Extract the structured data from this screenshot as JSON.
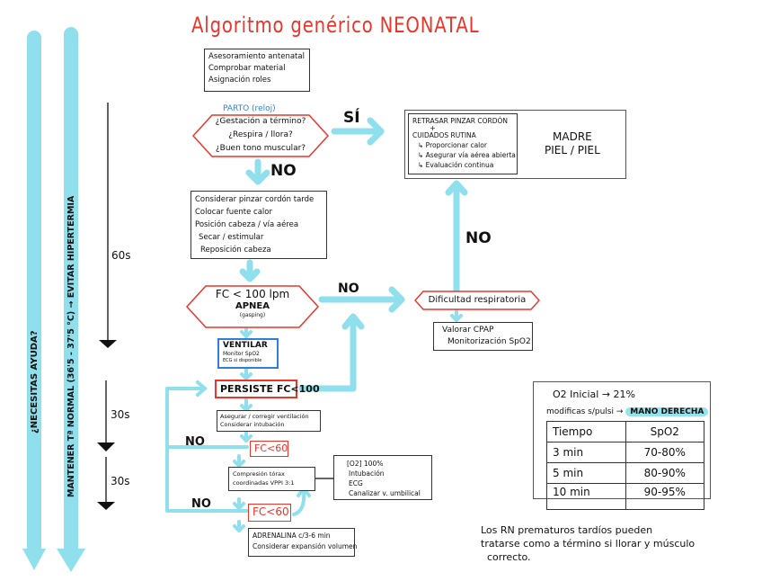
{
  "title": "Algoritmo genérico NEONATAL",
  "colors": {
    "accent_arrow": "#8fe0ec",
    "decision_border": "#e8362b",
    "title": "#e8362b",
    "ventilar_border": "#2f7fd9",
    "parto_label": "#2f7fd9"
  },
  "side_bars": {
    "left_bar_text": "¿NECESITAS AYUDA?",
    "right_bar_text": "MANTENER Tª NORMAL (36'5 - 37'5 °C) → EVITAR HIPERTERMIA"
  },
  "timers": [
    {
      "label": "60s"
    },
    {
      "label": "30s"
    },
    {
      "label": "30s"
    }
  ],
  "prep_box": {
    "lines": [
      "Asesoramiento antenatal",
      "Comprobar material",
      "Asignación roles"
    ]
  },
  "parto": {
    "label": "PARTO (reloj)",
    "questions": [
      "¿Gestación a término?",
      "¿Respira / llora?",
      "¿Buen tono muscular?"
    ]
  },
  "labels": {
    "si": "SÍ",
    "no_1": "NO",
    "no_2": "NO",
    "no_3": "NO",
    "no_4": "NO",
    "no_5": "NO"
  },
  "routine_box": {
    "lines": [
      "RETRASAR PINZAR CORDÓN",
      "+",
      "CUIDADOS RUTINA"
    ],
    "sub_items": [
      "Proporcionar calor",
      "Asegurar vía aérea abierta",
      "Evaluación continua"
    ],
    "side_text": [
      "MADRE",
      "PIEL / PIEL"
    ]
  },
  "initial_steps_box": {
    "lines": [
      "Considerar pinzar cordón tarde",
      "Colocar fuente calor",
      "Posición cabeza / vía aérea",
      "Secar / estimular",
      "Reposición cabeza"
    ]
  },
  "fc_apnea": {
    "line1": "FC < 100 lpm",
    "line2": "APNEA",
    "line3": "(gasping)"
  },
  "dificultad": {
    "label": "Dificultad respiratoria"
  },
  "cpap_box": {
    "lines": [
      "Valorar CPAP",
      "Monitorización SpO2"
    ]
  },
  "ventilar_box": {
    "title": "VENTILAR",
    "lines": [
      "Monitor SpO2",
      "ECG si disponible"
    ]
  },
  "persiste": {
    "label": "PERSISTE FC<100"
  },
  "asegurar_box": {
    "lines": [
      "Asegurar / corregir ventilación",
      "Considerar intubación"
    ]
  },
  "fc60_1": {
    "label": "FC<60"
  },
  "compresion_box": {
    "lines": [
      "Compresión tórax",
      "coordinadas VPPI 3:1"
    ]
  },
  "o2_box": {
    "lines": [
      "[O2] 100%",
      "Intubación",
      "ECG",
      "Canalizar v. umbilical"
    ]
  },
  "fc60_2": {
    "label": "FC<60"
  },
  "adrenalina_box": {
    "lines": [
      "ADRENALINA c/3-6 min",
      "Considerar expansión volumen"
    ]
  },
  "spo2_panel": {
    "o2_initial": "O2 Inicial → 21%",
    "modify_text": "modificas s/pulsi →",
    "highlight": "MANO DERECHA",
    "headers": [
      "Tiempo",
      "SpO2"
    ],
    "rows": [
      [
        "3 min",
        "70-80%"
      ],
      [
        "5 min",
        "80-90%"
      ],
      [
        "10 min",
        "90-95%"
      ]
    ]
  },
  "footnote": {
    "lines": [
      "Los RN prematuros tardíos pueden",
      "tratarse como a término si llorar y músculo",
      "correcto."
    ]
  }
}
